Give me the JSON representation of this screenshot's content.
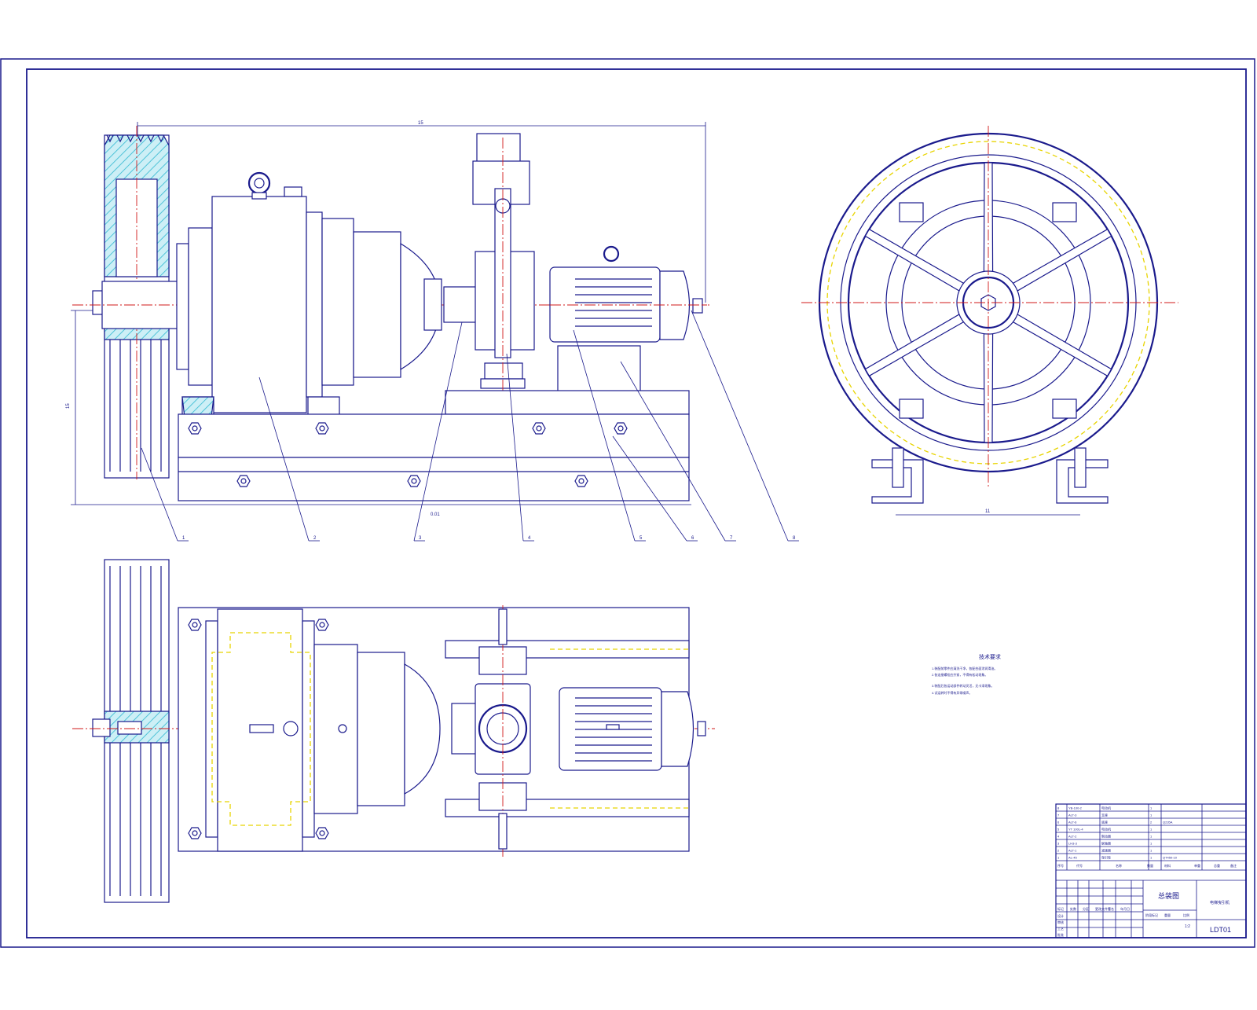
{
  "colors": {
    "outline": "#1a1a8c",
    "centerline": "#d01818",
    "hidden_line": "#e8d400",
    "section_hatch": "#4fc3d8",
    "paper": "#ffffff"
  },
  "drawing": {
    "dimension_top": "15",
    "dimension_height": "15",
    "dimension_base": "0.01",
    "dimension_side_width": "11"
  },
  "callouts": [
    "1",
    "2",
    "3",
    "4",
    "5",
    "6",
    "7",
    "8"
  ],
  "notes": {
    "heading": "技术要求",
    "lines": [
      "1.装配前零件应清洗干净，各配合面涂润滑油。",
      "2.各连接螺栓应拧紧，不得有松动现象。",
      "3.装配后各运动部件转动灵活，无卡滞现象。",
      "4.试运转时不得有异常噪声。"
    ]
  },
  "parts_list": {
    "rows": [
      {
        "no": "8",
        "code": "YB-100-2",
        "name": "电动机",
        "qty": "1",
        "material": ""
      },
      {
        "no": "7",
        "code": "ALT-3",
        "name": "支座",
        "qty": "1",
        "material": ""
      },
      {
        "no": "6",
        "code": "ALT-6",
        "name": "底座",
        "qty": "2",
        "material": "Q235A"
      },
      {
        "no": "5",
        "code": "YT 100L-4",
        "name": "电动机",
        "qty": "1",
        "material": ""
      },
      {
        "no": "4",
        "code": "ALT-2",
        "name": "制动器",
        "qty": "1",
        "material": ""
      },
      {
        "no": "3",
        "code": "LH3-3",
        "name": "联轴器",
        "qty": "1",
        "material": ""
      },
      {
        "no": "2",
        "code": "ALT-1",
        "name": "减速器",
        "qty": "1",
        "material": ""
      },
      {
        "no": "1",
        "code": "AL-45",
        "name": "曳引轮",
        "qty": "1",
        "material": "QT450-10"
      }
    ],
    "header": [
      "序号",
      "代号",
      "名称",
      "数量",
      "材料",
      "单重",
      "总重",
      "备注"
    ]
  },
  "title_block": {
    "title": "总装图",
    "unit": "电梯曳引机",
    "drawing_no": "LDT01",
    "scale": "1:2",
    "labels": [
      "标记",
      "处数",
      "分区",
      "更改文件号",
      "签名",
      "年月日"
    ],
    "roles": [
      "设计",
      "审核",
      "工艺",
      "批准"
    ],
    "stage_labels": [
      "阶段标记",
      "重量",
      "比例"
    ]
  }
}
